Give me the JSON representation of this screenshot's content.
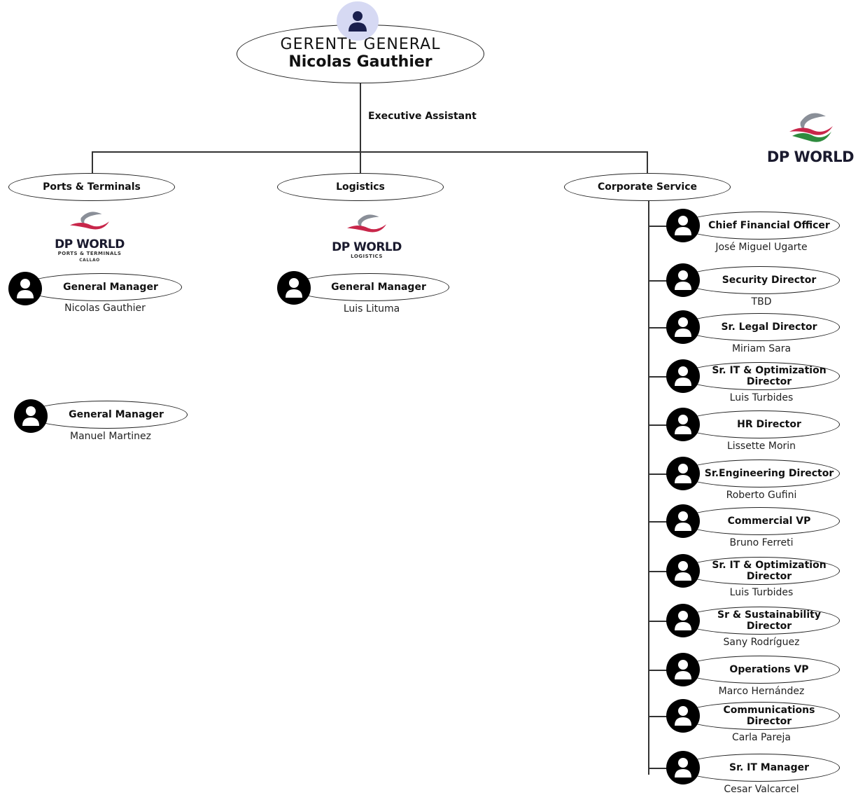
{
  "top": {
    "role": "GERENTE GENERAL",
    "name": "Nicolas Gauthier"
  },
  "executive_assistant": "Executive Assistant",
  "logo_main": {
    "brand": "DP WORLD"
  },
  "divisions": [
    {
      "label": "Ports & Terminals"
    },
    {
      "label": "Logistics"
    },
    {
      "label": "Corporate Service"
    }
  ],
  "logo_ports": {
    "brand": "DP WORLD",
    "sub1": "PORTS & TERMINALS",
    "sub2": "CALLAO"
  },
  "logo_logistics": {
    "brand": "DP WORLD",
    "sub1": "LOGISTICS"
  },
  "ports_people": [
    {
      "title": "General Manager",
      "name": "Nicolas Gauthier"
    },
    {
      "title": "General Manager",
      "name": "Manuel Martinez"
    }
  ],
  "logistics_people": [
    {
      "title": "General Manager",
      "name": "Luis Lituma"
    }
  ],
  "corporate_people": [
    {
      "title": "Chief Financial Officer",
      "name": "José Miguel Ugarte"
    },
    {
      "title": "Security Director",
      "name": "TBD"
    },
    {
      "title": "Sr. Legal Director",
      "name": "Miriam Sara"
    },
    {
      "title": "Sr. IT & Optimization Director",
      "name": "Luis Turbides"
    },
    {
      "title": "HR Director",
      "name": "Lissette Morin"
    },
    {
      "title": "Sr.Engineering Director",
      "name": "Roberto Gufini"
    },
    {
      "title": "Commercial VP",
      "name": "Bruno Ferreti"
    },
    {
      "title": "Sr. IT & Optimization Director",
      "name": "Luis Turbides"
    },
    {
      "title": "Sr & Sustainability Director",
      "name": "Sany Rodríguez"
    },
    {
      "title": "Operations VP",
      "name": "Marco Hernández"
    },
    {
      "title": "Communications Director",
      "name": "Carla Pareja"
    },
    {
      "title": "Sr. IT Manager",
      "name": "Cesar Valcarcel"
    }
  ],
  "colors": {
    "logo_red": "#c8264a",
    "logo_green": "#2e8b3e",
    "logo_gray": "#8a8f98",
    "top_avatar": "#d6d9f3"
  },
  "icons": {
    "person": "person-icon",
    "logo_swoosh": "dp-world-swoosh-icon"
  }
}
